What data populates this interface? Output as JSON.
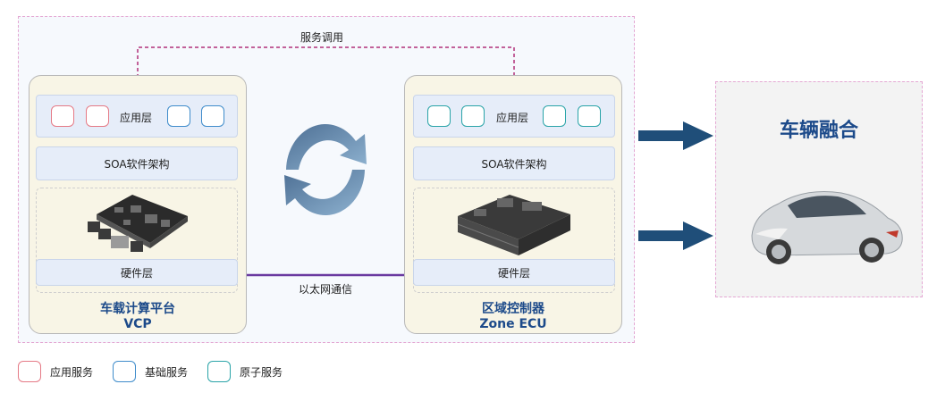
{
  "diagram": {
    "top_link_label": "服务调用",
    "ethernet_label": "以太网通信",
    "vcp": {
      "app_layer": "应用层",
      "soa_layer": "SOA软件架构",
      "hw_layer": "硬件层",
      "title_line1": "车载计算平台",
      "title_line2": "VCP"
    },
    "zone": {
      "app_layer": "应用层",
      "soa_layer": "SOA软件架构",
      "hw_layer": "硬件层",
      "title_line1": "区域控制器",
      "title_line2": "Zone ECU"
    },
    "vehicle_fusion_title": "车辆融合"
  },
  "legend": [
    {
      "label": "应用服务",
      "color": "#e57a86"
    },
    {
      "label": "基础服务",
      "color": "#3f8ccb"
    },
    {
      "label": "原子服务",
      "color": "#2aa4a8"
    }
  ],
  "colors": {
    "app_service": "#e57a86",
    "base_service": "#3f8ccb",
    "atomic_service": "#2aa4a8",
    "title_blue": "#1c4a8a",
    "arrow_blue": "#1f4e79",
    "link_magenta": "#b0307a",
    "ethernet_purple": "#6a3aa0"
  },
  "icons": [
    "refresh-cycle-icon",
    "arrow-right-icon",
    "car-illustration",
    "controller-board-illustration"
  ]
}
